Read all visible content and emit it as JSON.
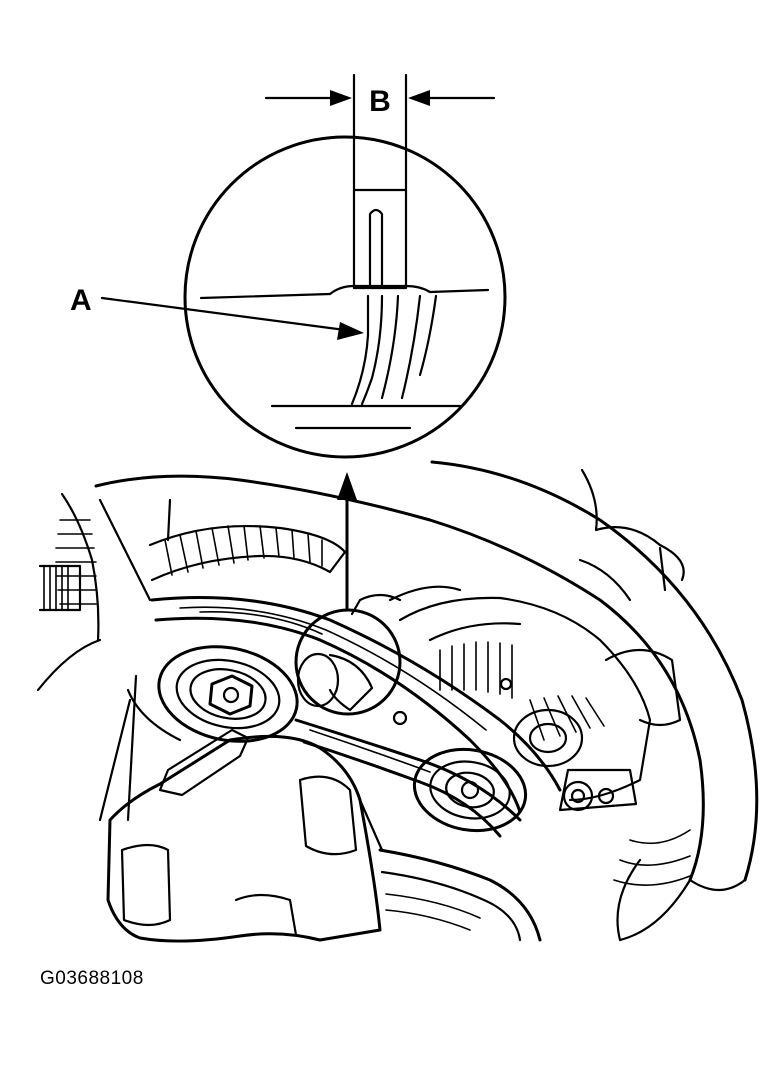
{
  "labels": {
    "callout_a": "A",
    "dimension_b": "B"
  },
  "figure_id": "G03688108"
}
